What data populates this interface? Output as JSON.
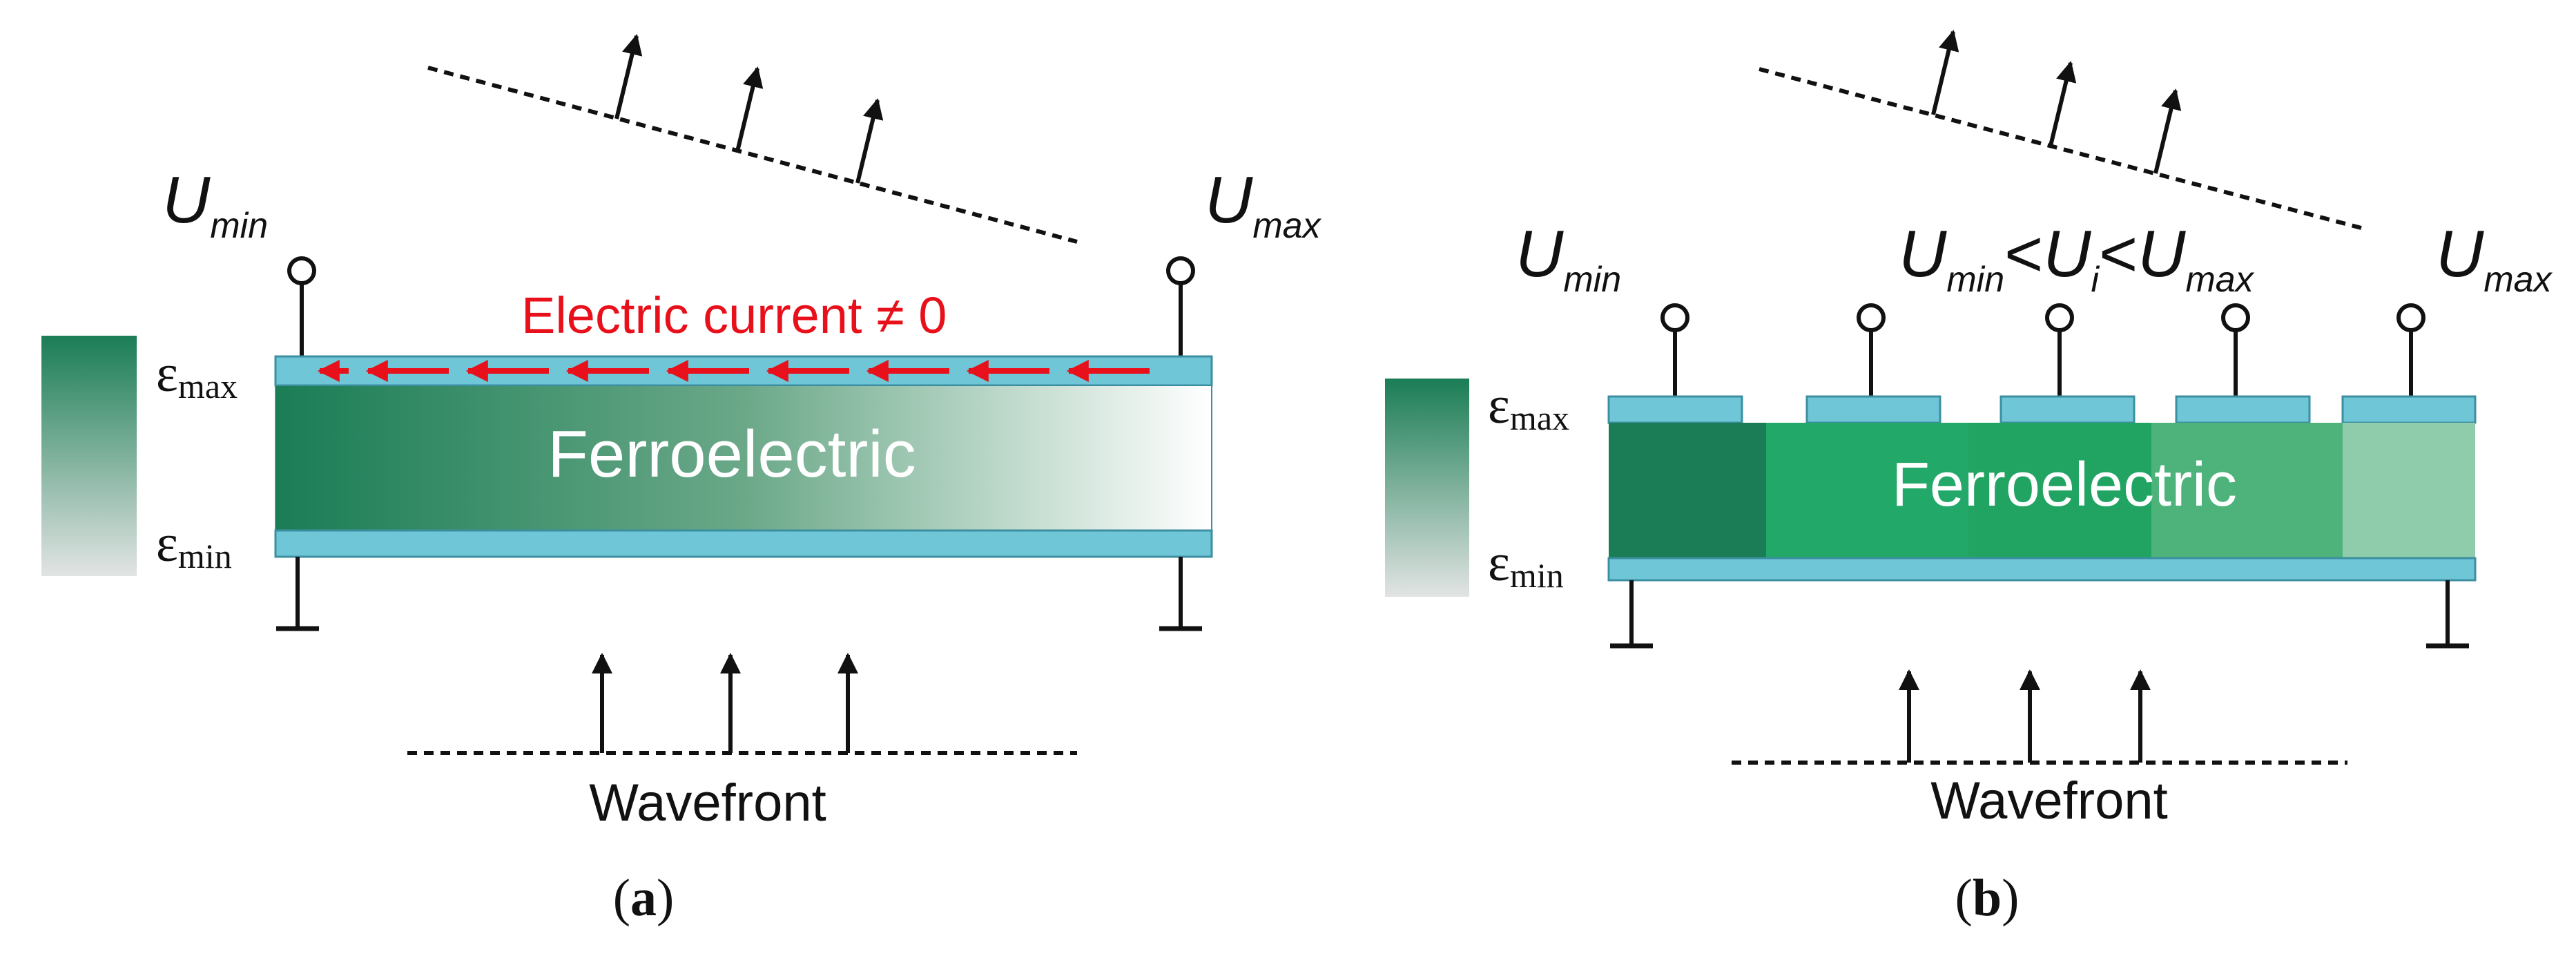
{
  "panel_a": {
    "u_min": {
      "base": "U",
      "sub": "min"
    },
    "u_max": {
      "base": "U",
      "sub": "max"
    },
    "current_label": "Electric current ≠ 0",
    "material_label": "Ferroelectric",
    "eps_max": {
      "base": "ε",
      "sub": "max"
    },
    "eps_min": {
      "base": "ε",
      "sub": "min"
    },
    "wavefront_label": "Wavefront",
    "caption": {
      "open": "(",
      "letter": "a",
      "close": ")"
    }
  },
  "panel_b": {
    "u_min": {
      "base": "U",
      "sub": "min"
    },
    "u_max": {
      "base": "U",
      "sub": "max"
    },
    "u_i": {
      "a_base": "U",
      "a_sub": "min",
      "lt1": "<",
      "b_base": "U",
      "b_sub": "i",
      "lt2": "<",
      "c_base": "U",
      "c_sub": "max"
    },
    "material_label": "Ferroelectric",
    "eps_max": {
      "base": "ε",
      "sub": "max"
    },
    "eps_min": {
      "base": "ε",
      "sub": "min"
    },
    "wavefront_label": "Wavefront",
    "caption": {
      "open": "(",
      "letter": "b",
      "close": ")"
    }
  },
  "colors": {
    "electrode": "#6ec6d6",
    "electrode_stroke": "#3c8fa0",
    "green_dark": "#1a7d55",
    "green_mid": "#22a868",
    "green_mid2": "#21a362",
    "green_light": "#4db37b",
    "green_pale": "#8fccab",
    "scale_light": "#e2e4e3",
    "current_red": "#e8101a",
    "ink": "#111111"
  }
}
